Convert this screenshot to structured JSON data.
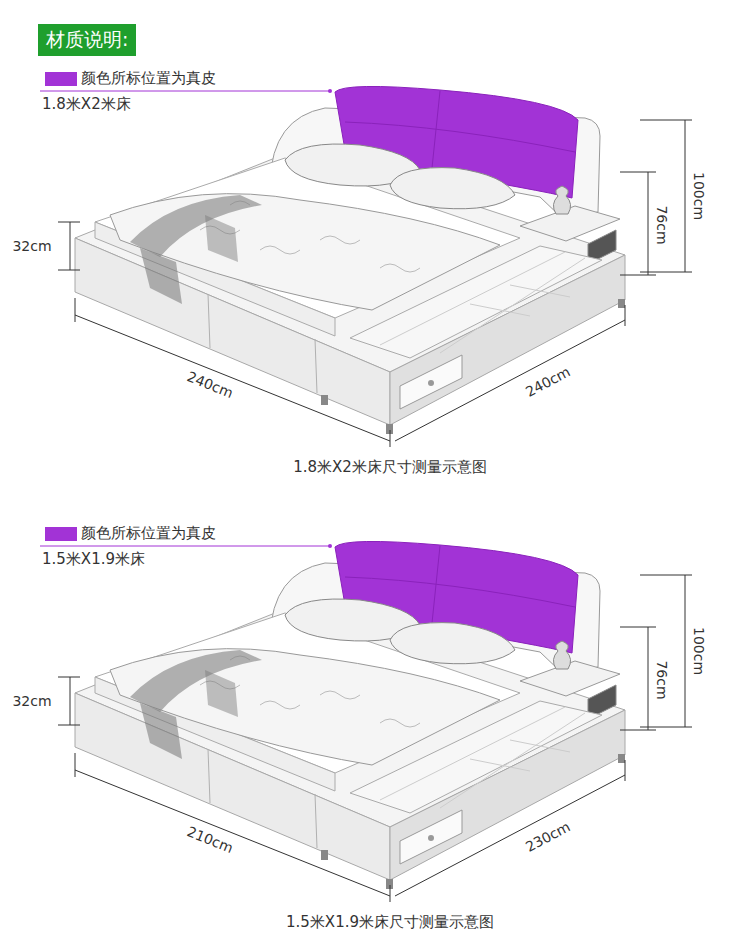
{
  "diagram": {
    "title": "材质说明:",
    "labels": [
      "1.8米X2米床",
      "32cm",
      "100cm",
      "76cm",
      "240cm",
      "240cm",
      "1.8米X2米床尺寸测量示意图",
      "1.5米X1.9米床",
      "32cm",
      "100cm",
      "76cm",
      "210cm",
      "230cm",
      "1.5米X1.9米床尺寸测量示意图"
    ],
    "legend": [
      {
        "text": "颜色所标位置为真皮",
        "color": "#a233d6"
      },
      {
        "text": "颜色所标位置为真皮",
        "color": "#a233d6"
      }
    ]
  }
}
